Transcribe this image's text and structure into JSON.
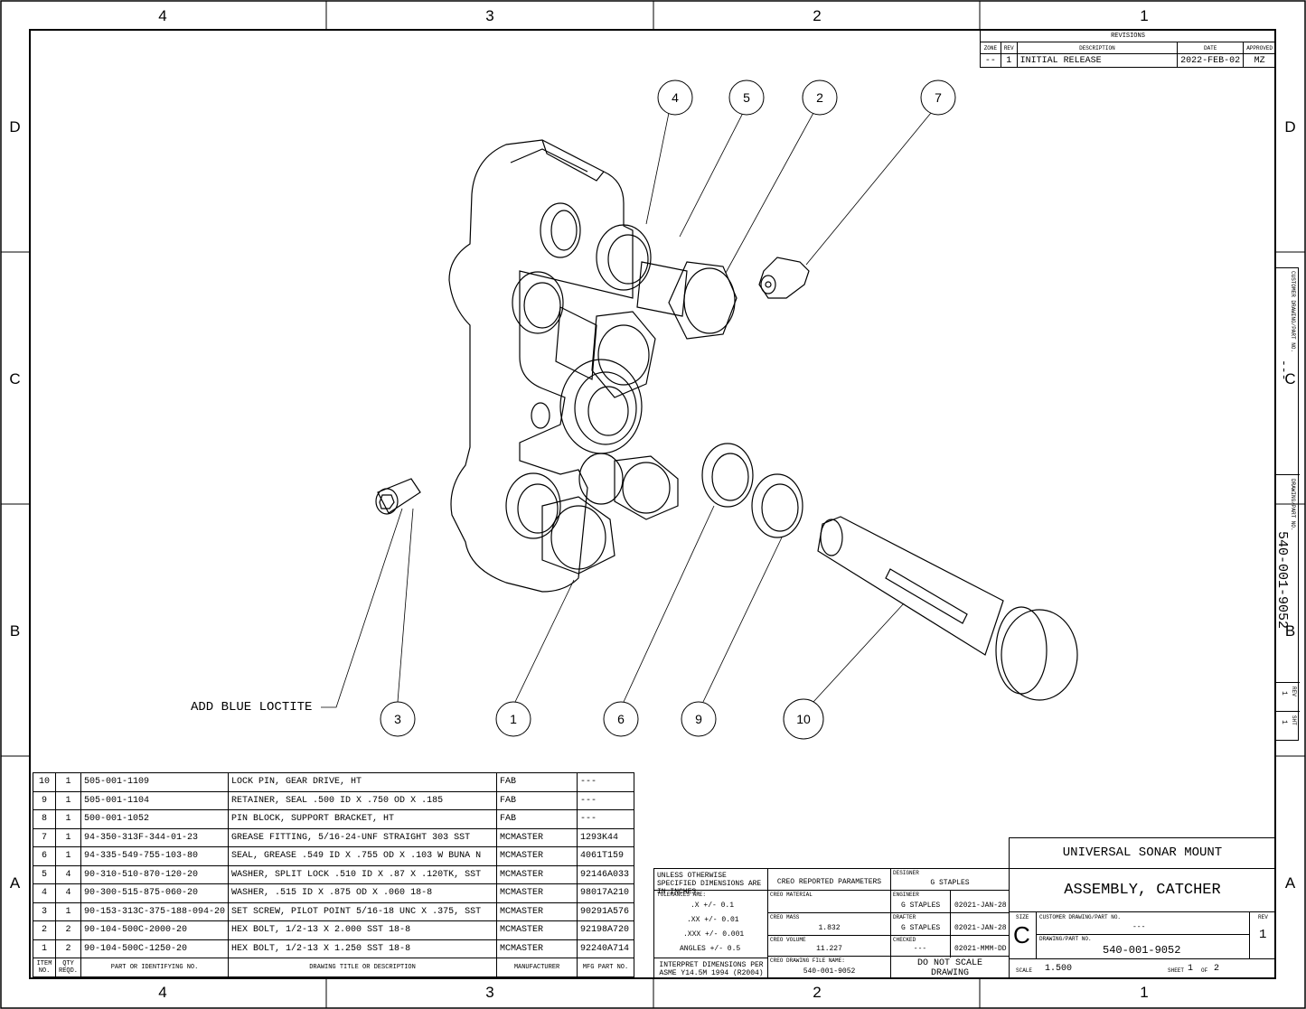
{
  "zones": {
    "top": [
      "4",
      "3",
      "2",
      "1"
    ],
    "bottom": [
      "4",
      "3",
      "2",
      "1"
    ],
    "left": [
      "D",
      "C",
      "B",
      "A"
    ],
    "right": [
      "D",
      "C",
      "B",
      "A"
    ]
  },
  "revisions": {
    "title": "REVISIONS",
    "headers": [
      "ZONE",
      "REV",
      "DESCRIPTION",
      "DATE",
      "APPROVED"
    ],
    "rows": [
      [
        "--",
        "1",
        "INITIAL RELEASE",
        "2022-FEB-02",
        "MZ"
      ]
    ]
  },
  "balloons": [
    "4",
    "5",
    "2",
    "7",
    "3",
    "1",
    "6",
    "9",
    "10"
  ],
  "note": "ADD BLUE LOCTITE",
  "side_strip": {
    "customer_label": "CUSTOMER DRAWING/PART NO.",
    "customer_value": "---",
    "drawing_label": "DRAWING/PART NO.",
    "drawing_value": "540-001-9052",
    "rev_label": "REV",
    "rev_value": "1",
    "sht_label": "SHT",
    "sht_value": "1"
  },
  "bom": {
    "headers": [
      "ITEM NO.",
      "QTY REQD.",
      "PART OR IDENTIFYING NO.",
      "DRAWING TITLE OR DESCRIPTION",
      "MANUFACTURER",
      "MFG PART NO."
    ],
    "rows": [
      [
        "10",
        "1",
        "505-001-1109",
        "LOCK PIN, GEAR DRIVE, HT",
        "FAB",
        "---"
      ],
      [
        "9",
        "1",
        "505-001-1104",
        "RETAINER, SEAL .500 ID X .750 OD X .185",
        "FAB",
        "---"
      ],
      [
        "8",
        "1",
        "500-001-1052",
        "PIN BLOCK, SUPPORT BRACKET, HT",
        "FAB",
        "---"
      ],
      [
        "7",
        "1",
        "94-350-313F-344-01-23",
        "GREASE FITTING, 5/16-24-UNF STRAIGHT 303 SST",
        "MCMASTER",
        "1293K44"
      ],
      [
        "6",
        "1",
        "94-335-549-755-103-80",
        "SEAL, GREASE .549 ID X .755 OD X .103 W BUNA N",
        "MCMASTER",
        "4061T159"
      ],
      [
        "5",
        "4",
        "90-310-510-870-120-20",
        "WASHER, SPLIT LOCK .510 ID X .87  X .120TK,  SST",
        "MCMASTER",
        "92146A033"
      ],
      [
        "4",
        "4",
        "90-300-515-875-060-20",
        "WASHER, .515 ID X .875 OD X .060 18-8",
        "MCMASTER",
        "98017A210"
      ],
      [
        "3",
        "1",
        "90-153-313C-375-188-094-20",
        "SET SCREW, PILOT POINT 5/16-18 UNC X .375, SST",
        "MCMASTER",
        "90291A576"
      ],
      [
        "2",
        "2",
        "90-104-500C-2000-20",
        "HEX BOLT, 1/2-13 X 2.000 SST 18-8",
        "MCMASTER",
        "92198A720"
      ],
      [
        "1",
        "2",
        "90-104-500C-1250-20",
        "HEX BOLT, 1/2-13 X 1.250 SST 18-8",
        "MCMASTER",
        "92240A714"
      ]
    ]
  },
  "title_block": {
    "tolerance_heading": "UNLESS OTHERWISE SPECIFIED DIMENSIONS ARE IN INCHES.",
    "tolerances_label": "TOLERANCES ARE:",
    "tolerances": [
      ".X +/-  0.1",
      ".XX +/-  0.01",
      ".XXX +/-  0.001",
      "ANGLES +/-  0.5"
    ],
    "interpret": "INTERPRET DIMENSIONS PER ASME Y14.5M 1994 (R2004)",
    "creo_heading": "CREO REPORTED PARAMETERS",
    "material_label": "CREO MATERIAL",
    "material_value": "",
    "mass_label": "CREO MASS",
    "mass_value": "1.832",
    "volume_label": "CREO VOLUME",
    "volume_value": "11.227",
    "file_label": "CREO DRAWING FILE NAME:",
    "file_value": "540-001-9052",
    "designer_label": "DESIGNER",
    "designer_value": "G STAPLES",
    "engineer_label": "ENGINEER",
    "engineer_value": "G STAPLES",
    "engineer_date": "02021-JAN-28",
    "drafter_label": "DRAFTER",
    "drafter_value": "G STAPLES",
    "drafter_date": "02021-JAN-28",
    "checked_label": "CHECKED",
    "checked_value": "---",
    "checked_date": "02021-MMM-DD",
    "do_not_scale": "DO NOT SCALE DRAWING",
    "project": "UNIVERSAL SONAR MOUNT",
    "title": "ASSEMBLY, CATCHER",
    "size_label": "SIZE",
    "size_value": "C",
    "customer_label": "CUSTOMER DRAWING/PART NO.",
    "customer_value": "---",
    "drawing_label": "DRAWING/PART NO.",
    "drawing_value": "540-001-9052",
    "rev_label": "REV",
    "rev_value": "1",
    "scale_label": "SCALE",
    "scale_value": "1.500",
    "sheet_label": "SHEET",
    "sheet_value": "1",
    "of_label": "OF",
    "of_value": "2"
  }
}
